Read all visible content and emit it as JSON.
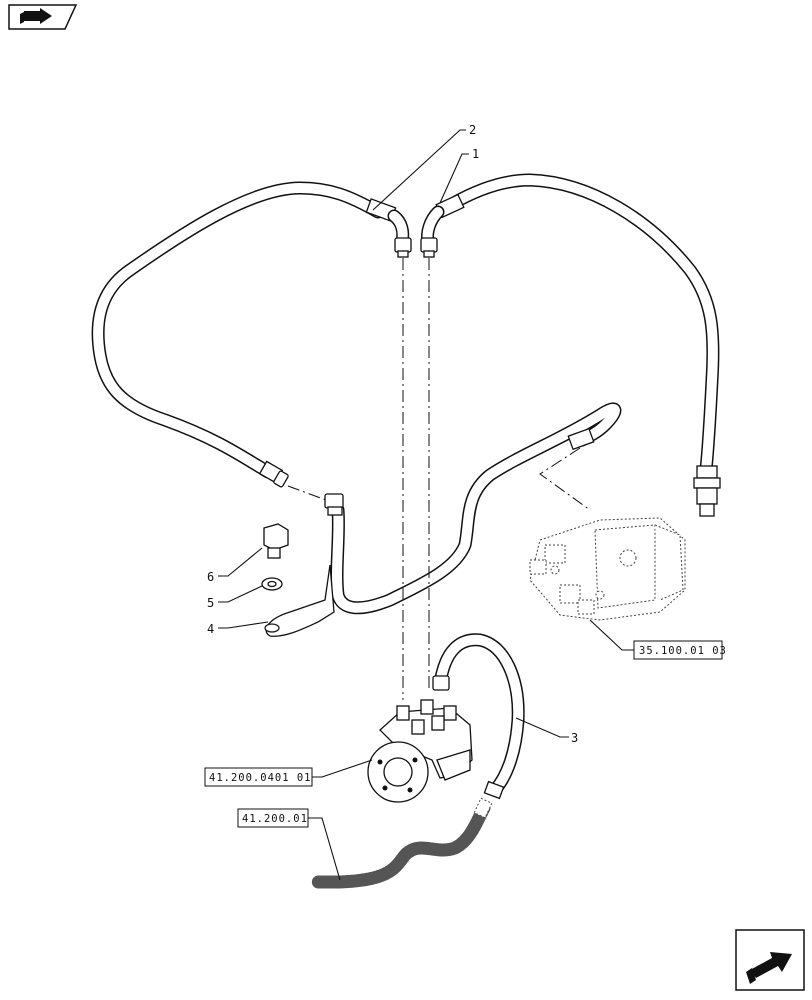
{
  "nav": {
    "top_icon": "book-arrow-icon",
    "bottom_icon": "next-page-arrow-icon"
  },
  "callouts": {
    "c1": "1",
    "c2": "2",
    "c3": "3",
    "c4": "4",
    "c5": "5",
    "c6": "6"
  },
  "references": {
    "ref_pump": "35.100.01 03",
    "ref_steering_unit": "41.200.0401 01",
    "ref_steering": "41.200.01"
  }
}
